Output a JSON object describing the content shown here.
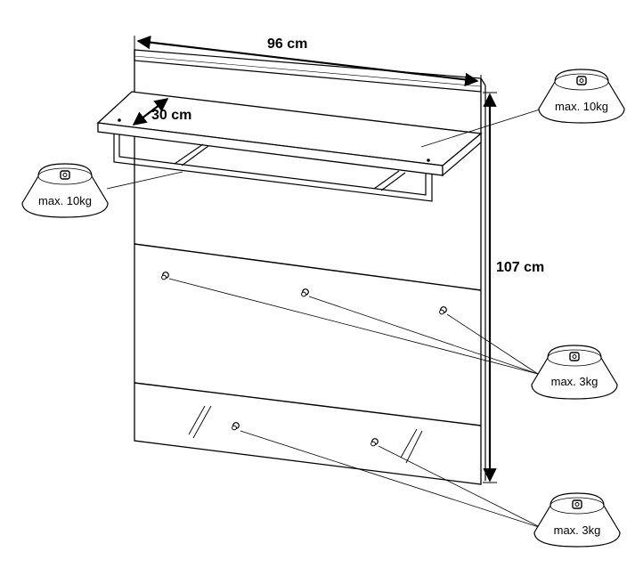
{
  "dimensions": {
    "width": "96 cm",
    "depth": "30 cm",
    "height": "107 cm"
  },
  "load_labels": {
    "shelf_top": "max. 10kg",
    "rail": "max. 10kg",
    "upper_hooks": "max. 3kg",
    "lower_hooks": "max. 3kg"
  },
  "colors": {
    "line": "#000000",
    "background": "#ffffff"
  }
}
